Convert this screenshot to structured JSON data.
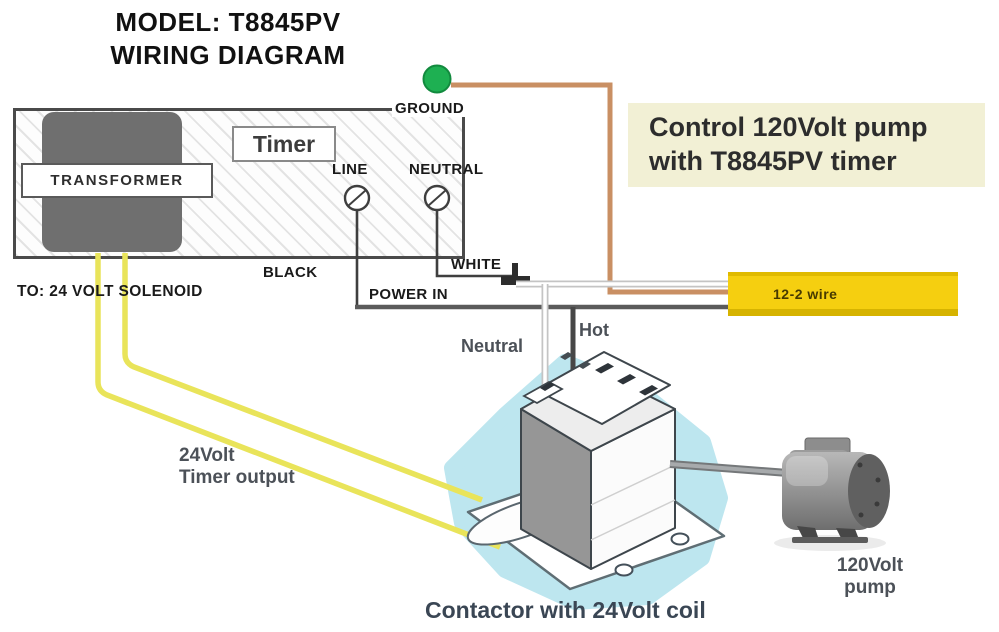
{
  "title": {
    "line1": "MODEL: T8845PV",
    "line2": "WIRING DIAGRAM"
  },
  "timer_unit": {
    "name": "Timer",
    "transformer": "TRANSFORMER",
    "terminals": {
      "ground": "GROUND",
      "line": "LINE",
      "neutral": "NEUTRAL"
    }
  },
  "callout": {
    "line1": "Control 120Volt pump",
    "line2": "with T8845PV timer"
  },
  "labels": {
    "black": "BLACK",
    "white": "WHITE",
    "power_in": "POWER IN",
    "neutral_feed": "Neutral",
    "hot_feed": "Hot",
    "solenoid": "TO: 24 VOLT SOLENOID",
    "timer_output_line1": "24Volt",
    "timer_output_line2": "Timer output",
    "cable": "12-2 wire"
  },
  "contactor": {
    "caption": "Contactor with 24Volt coil"
  },
  "pump": {
    "line1": "120Volt",
    "line2": "pump"
  },
  "colors": {
    "wire_yellow": "#e9e45a",
    "cable_yellow": "#f5cf10",
    "wire_orange": "#c98f63",
    "ground_green": "#1eb052",
    "highlight_cyan": "#bde6ef",
    "callout_bg": "#f2f0d5",
    "wire_black": "#5b5b5b",
    "wire_white": "#c4c4c4"
  }
}
